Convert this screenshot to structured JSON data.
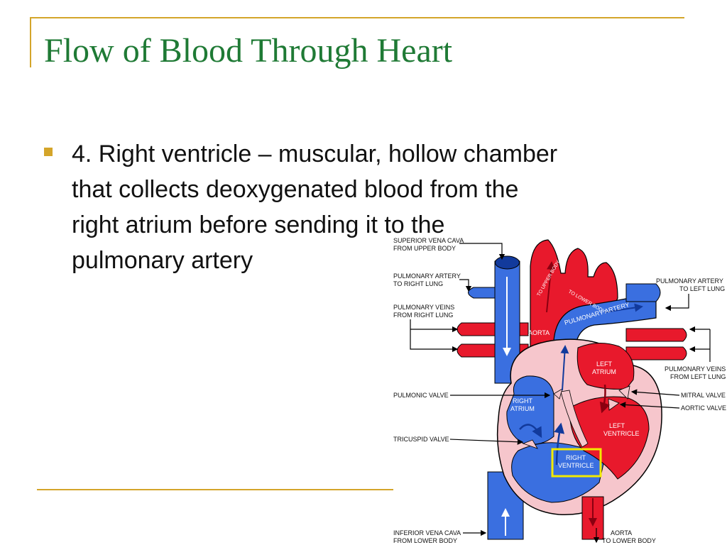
{
  "slide": {
    "title": "Flow of Blood Through Heart",
    "bullet_lines": [
      "4. Right ventricle – muscular, hollow chamber",
      "that collects deoxygenated blood from the",
      "right atrium before sending it to the",
      "pulmonary artery"
    ]
  },
  "diagram": {
    "labels_left": {
      "svc_1": "SUPERIOR VENA CAVA",
      "svc_2": "FROM UPPER BODY",
      "pa_right_1": "PULMONARY ARTERY",
      "pa_right_2": "TO RIGHT LUNG",
      "pv_right_1": "PULMONARY VEINS",
      "pv_right_2": "FROM RIGHT LUNG",
      "pulmonic_valve": "PULMONIC VALVE",
      "tricuspid_valve": "TRICUSPID VALVE",
      "ivc_1": "INFERIOR VENA CAVA",
      "ivc_2": "FROM LOWER BODY"
    },
    "labels_right": {
      "pa_left_1": "PULMONARY ARTERY",
      "pa_left_2": "TO LEFT LUNG",
      "pv_left_1": "PULMONARY VEINS",
      "pv_left_2": "FROM LEFT LUNG",
      "mitral_valve": "MITRAL VALVE",
      "aortic_valve": "AORTIC VALVE",
      "aorta_low_1": "AORTA",
      "aorta_low_2": "TO LOWER BODY"
    },
    "labels_inside": {
      "aorta": "AORTA",
      "pulmonary_artery": "PULMONARY ARTERY",
      "to_upper_body": "TO UPPER BODY",
      "to_lower_body": "TO LOWER BODY",
      "left_atrium_1": "LEFT",
      "left_atrium_2": "ATRIUM",
      "right_atrium_1": "RIGHT",
      "right_atrium_2": "ATRIUM",
      "left_ventricle_1": "LEFT",
      "left_ventricle_2": "VENTRICLE",
      "right_ventricle_1": "RIGHT",
      "right_ventricle_2": "VENTRICLE"
    },
    "colors": {
      "oxygenated": "#e8192c",
      "deoxygenated": "#3a6fe0",
      "heart_wall": "#f6c6cc",
      "highlight": "#f2ea00"
    }
  }
}
